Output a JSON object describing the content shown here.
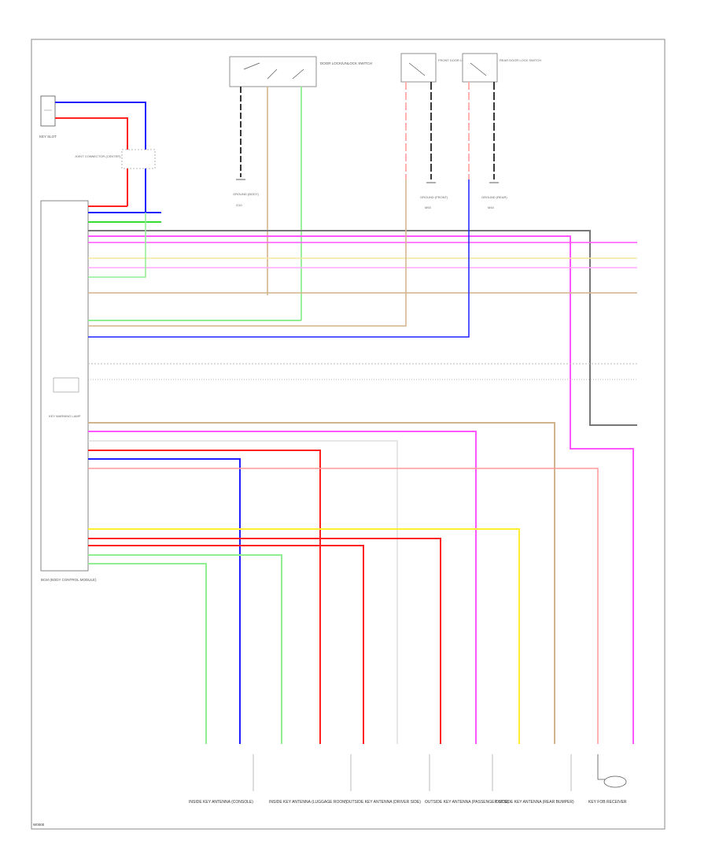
{
  "diagram": {
    "footer_code": "W0000",
    "components": {
      "key_slot": "KEY SLOT",
      "joint_connector": "JOINT CONNECTOR (CENTER)",
      "door_lock_unlock_switch": "DOOR LOCK/UNLOCK SWITCH",
      "front_door_lock_switch": "FRONT DOOR LOCK SWITCH",
      "rear_door_lock_switch": "REAR DOOR LOCK SWITCH",
      "bcm": "BCM (BODY CONTROL MODULE)",
      "key_warning": "KEY WARNING LAMP"
    },
    "grounds": [
      {
        "label": "G10",
        "text": "GROUND (BODY)"
      },
      {
        "label": "M53",
        "text": "GROUND (FRONT)"
      },
      {
        "label": "M44",
        "text": "GROUND (REAR)"
      }
    ],
    "bottom_captions": [
      "INSIDE KEY ANTENNA (CONSOLE)",
      "INSIDE KEY ANTENNA (LUGGAGE ROOM)",
      "OUTSIDE KEY ANTENNA (DRIVER SIDE)",
      "OUTSIDE KEY ANTENNA (PASSENGER SIDE)",
      "OUTSIDE KEY ANTENNA (REAR BUMPER)",
      "KEY FOB RECEIVER"
    ],
    "wire_colors": {
      "blue": "#2020ff",
      "red": "#ff2020",
      "green": "#33dd33",
      "light_green": "#90ee90",
      "yellow": "#ffee33",
      "pink": "#ff55ff",
      "tan": "#d2b48c",
      "gray": "#777777",
      "salmon": "#ff9999",
      "light_pink": "#ffaaaa",
      "light_yellow": "#f5e6a0",
      "black": "#222222",
      "light_gray": "#bbbbbb"
    }
  }
}
